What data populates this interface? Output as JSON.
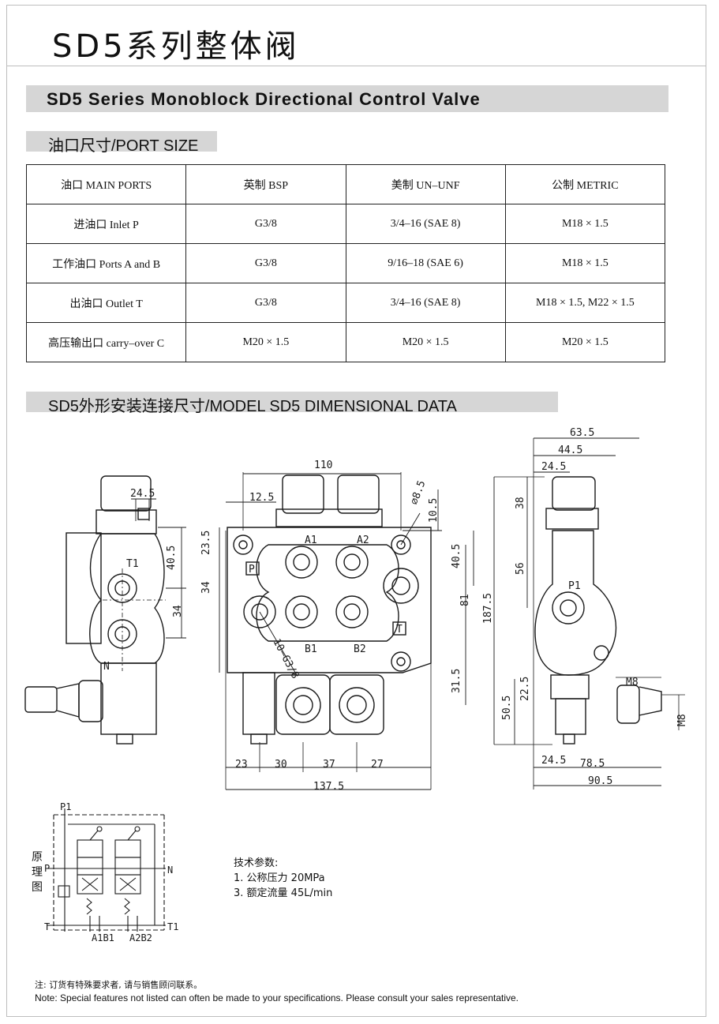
{
  "page": {
    "title": "SD5系列整体阀",
    "banner": "SD5 Series Monoblock Directional Control Valve",
    "port_size_heading": "油口尺寸/PORT SIZE",
    "dimensional_heading": "SD5外形安装连接尺寸/MODEL SD5 DIMENSIONAL DATA"
  },
  "port_table": {
    "headers": [
      "油口  MAIN PORTS",
      "英制 BSP",
      "美制  UN–UNF",
      "公制  METRIC"
    ],
    "rows": [
      [
        "进油口  Inlet P",
        "G3/8",
        "3/4–16 (SAE 8)",
        "M18 × 1.5"
      ],
      [
        "工作油口  Ports A and B",
        "G3/8",
        "9/16–18 (SAE 6)",
        "M18 × 1.5"
      ],
      [
        "出油口  Outlet T",
        "G3/8",
        "3/4–16 (SAE 8)",
        "M18 × 1.5, M22 × 1.5"
      ],
      [
        "高压输出口  carry–over C",
        "M20 × 1.5",
        "M20 × 1.5",
        "M20 × 1.5"
      ]
    ]
  },
  "dimensions": {
    "side_left": {
      "top": "24.5",
      "upper": "40.5",
      "lower": "34",
      "t1": "T1",
      "n": "N"
    },
    "front": {
      "width_top": "110",
      "offset": "12.5",
      "hole": "⌀8.5",
      "h105": "10.5",
      "h235": "23.5",
      "h34": "34",
      "h405": "40.5",
      "h81": "81",
      "h1875": "187.5",
      "h315": "31.5",
      "thread": "10–G3/8",
      "bottom": [
        "23",
        "30",
        "37",
        "27"
      ],
      "overall": "137.5",
      "ports": {
        "a1": "A1",
        "a2": "A2",
        "b1": "B1",
        "b2": "B2",
        "p": "P",
        "t": "T"
      }
    },
    "side_right": {
      "w635": "63.5",
      "w445": "44.5",
      "w245": "24.5",
      "h38": "38",
      "h56": "56",
      "h225": "22.5",
      "h505": "50.5",
      "b245": "24.5",
      "b785": "78.5",
      "b905": "90.5",
      "m8a": "M8",
      "m8b": "M8",
      "p1": "P1"
    }
  },
  "schematic": {
    "label": "原理图",
    "p1": "P1",
    "p": "P",
    "n": "N",
    "t": "T",
    "t1": "T1",
    "ab1": "A1B1",
    "ab2": "A2B2"
  },
  "tech": {
    "heading": "技术参数:",
    "items": [
      "1. 公称压力   20MPa",
      "3. 额定流量   45L/min"
    ]
  },
  "note": {
    "cn": "注: 订货有特殊要求者, 请与销售顾问联系。",
    "en": "Note: Special features not listed can often be made to your specifications. Please consult your sales representative."
  }
}
